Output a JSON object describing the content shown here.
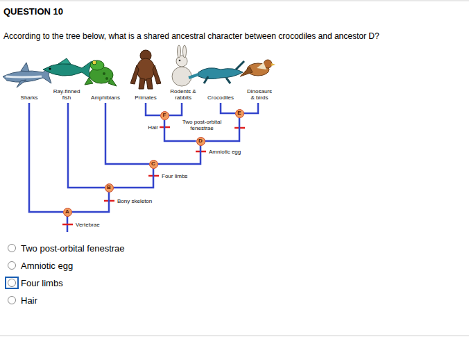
{
  "diagram": {
    "title": "QUESTION 10",
    "nodes": [
      {
        "text": [
          "F"
        ]
      },
      {
        "text": [
          "E"
        ]
      },
      {
        "text": [
          "D"
        ]
      },
      {
        "text": [
          "C"
        ]
      },
      {
        "text": [
          "B"
        ]
      },
      {
        "text": [
          "A"
        ]
      }
    ],
    "edges": [
      {
        "from": 5,
        "to": 4,
        "arrow": "none"
      },
      {
        "from": 4,
        "to": 3,
        "arrow": "none"
      },
      {
        "from": 3,
        "to": 2,
        "arrow": "none"
      },
      {
        "from": 2,
        "to": 0,
        "arrow": "none"
      },
      {
        "from": 2,
        "to": 1,
        "arrow": "none"
      }
    ],
    "labels": [
      "According to the tree below, what is a shared ancestral character between crocodiles and ancestor D?",
      "Sharks",
      "Ray-finned fish",
      "Amphibians",
      "Primates",
      "Rodents & rabbits",
      "Crocodiles",
      "Dinosaurs & birds",
      "Hair",
      "Two post-orbital fenestrae",
      "Amniotic egg",
      "Four limbs",
      "Bony skeleton",
      "Vertebrae",
      "Two post-orbital fenestrae",
      "Amniotic egg",
      "Four limbs",
      "Hair"
    ]
  }
}
